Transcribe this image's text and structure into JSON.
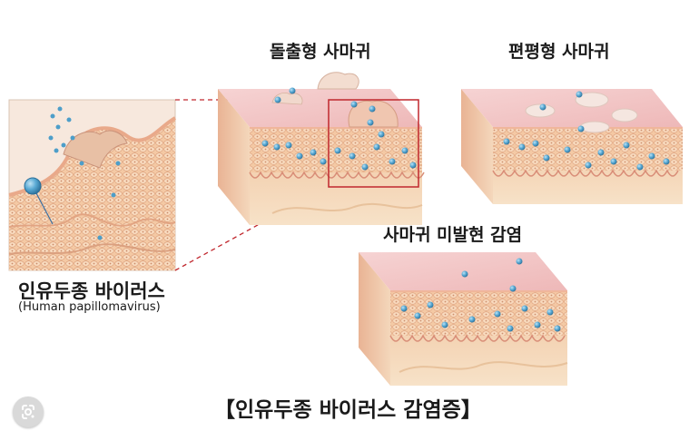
{
  "labels": {
    "raised_wart": "돌출형 사마귀",
    "flat_wart": "편평형 사마귀",
    "subclinical": "사마귀 미발현 감염",
    "hpv_korean": "인유두종 바이러스",
    "hpv_english": "(Human papillomavirus)",
    "figure_title": "【인유두종 바이러스 감염증】"
  },
  "icons": {
    "lens": "google-lens-icon"
  },
  "colors": {
    "skin_top": "#f2c4c4",
    "skin_side": "#f3cfae",
    "dermis": "#f5dcc0",
    "virus": "#4d9ec9",
    "highlight_box": "#c0272d"
  }
}
